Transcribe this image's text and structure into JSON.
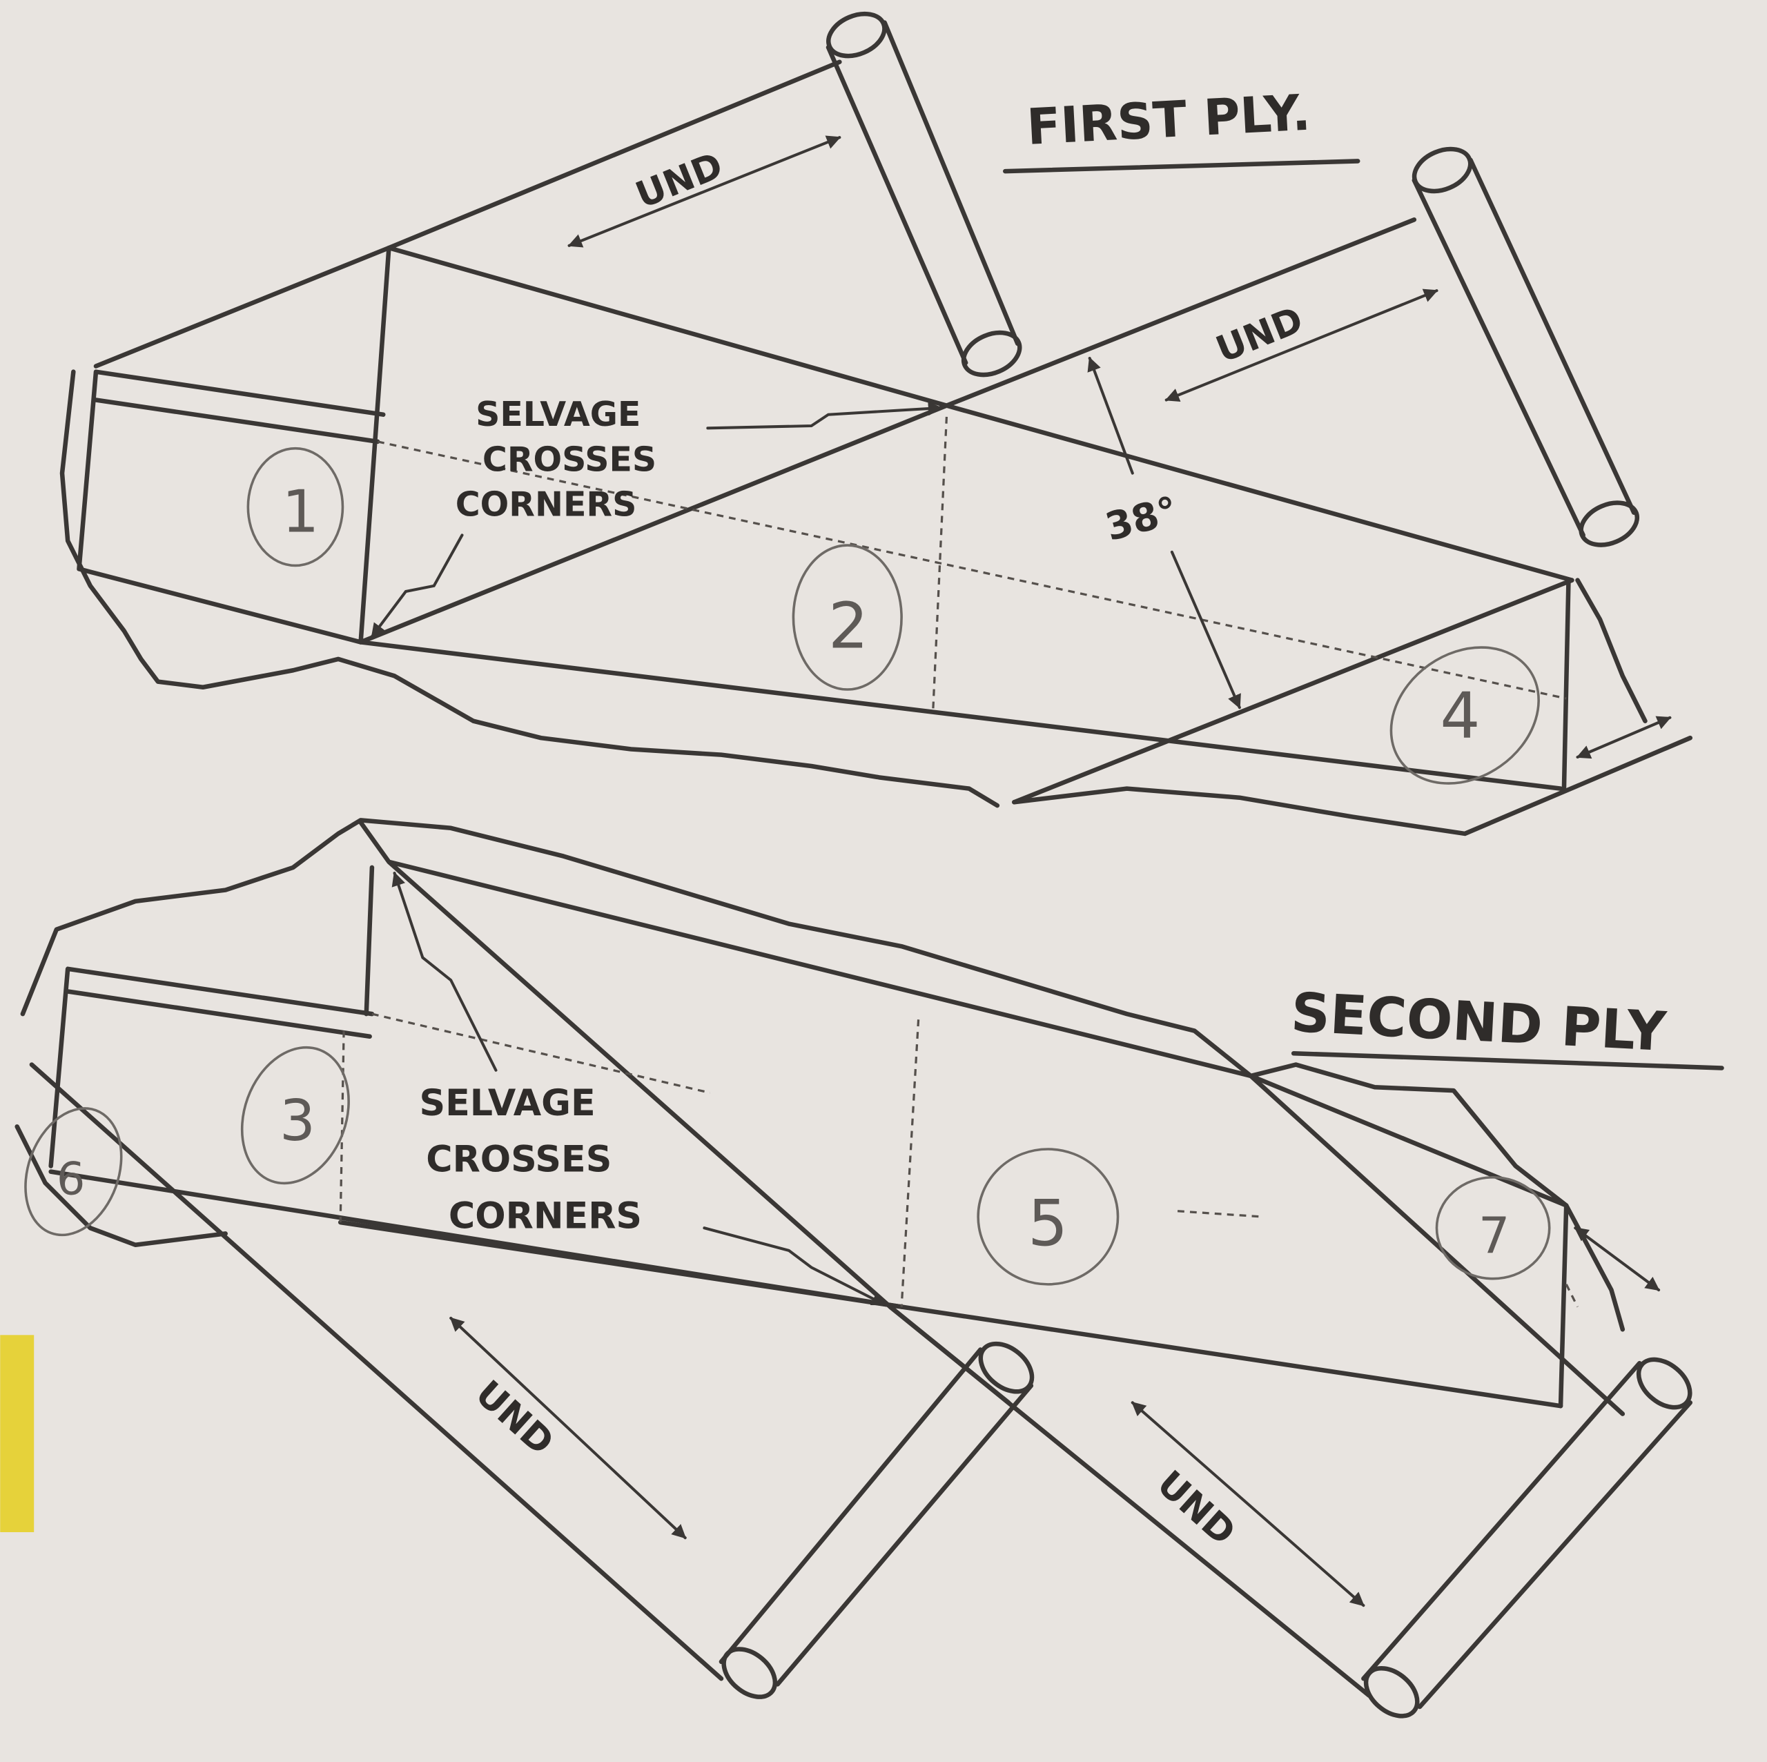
{
  "first_ply": {
    "title": "FIRST PLY.",
    "und_labels": [
      "UND",
      "UND"
    ],
    "annotation": [
      "SELVAGE",
      "CROSSES",
      "CORNERS"
    ],
    "angle": "38°",
    "pieces": [
      "1",
      "2",
      "4"
    ]
  },
  "second_ply": {
    "title": "SECOND PLY",
    "und_labels": [
      "UND",
      "UND"
    ],
    "annotation": [
      "SELVAGE",
      "CROSSES",
      "CORNERS"
    ],
    "pieces": [
      "3",
      "5",
      "6",
      "7"
    ]
  },
  "colors": {
    "paper": "#e8e4e0",
    "ink": "#3a3735",
    "pencil": "#6e6a66",
    "highlight": "#e6d23a"
  }
}
